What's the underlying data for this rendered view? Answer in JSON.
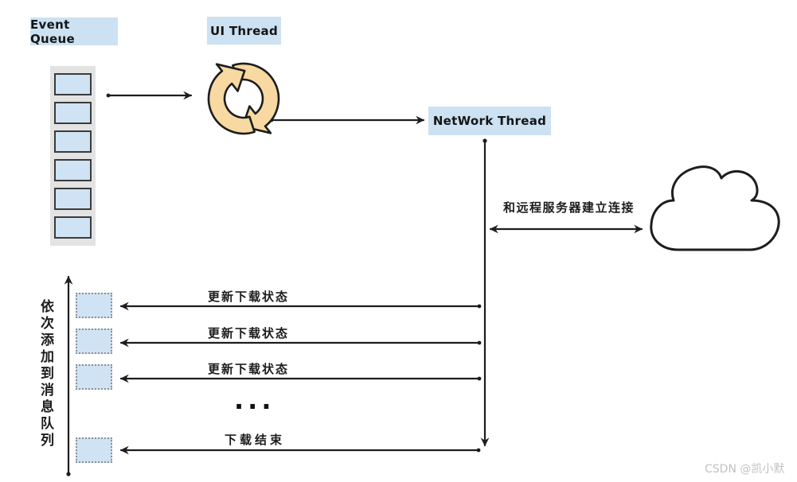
{
  "nodes": {
    "event_queue_label": "Event Queue",
    "ui_thread_label": "UI Thread",
    "network_thread_label": "NetWork Thread"
  },
  "event_queue": {
    "slot_count": 6
  },
  "message_queue": {
    "vertical_label": "依次添加到消息队列",
    "box_count": 4
  },
  "edges": {
    "connect_label": "和远程服务器建立连接",
    "update_labels": [
      "更新下载状态",
      "更新下载状态",
      "更新下载状态"
    ],
    "ellipsis": "...",
    "finish_label": "下载结束"
  },
  "icons": {
    "ui_thread": "sync-loop-icon",
    "remote_server": "cloud-icon"
  },
  "colors": {
    "label_bg": "#cce1f2",
    "box_fill": "#cfe3f4",
    "queue_bg": "#e3e3e3",
    "loop_fill": "#f7d9a1",
    "line": "#1d1d1d",
    "dotted_border": "#909090",
    "watermark": "#c2c2c2"
  },
  "watermark": {
    "text": "CSDN @凯小默"
  }
}
